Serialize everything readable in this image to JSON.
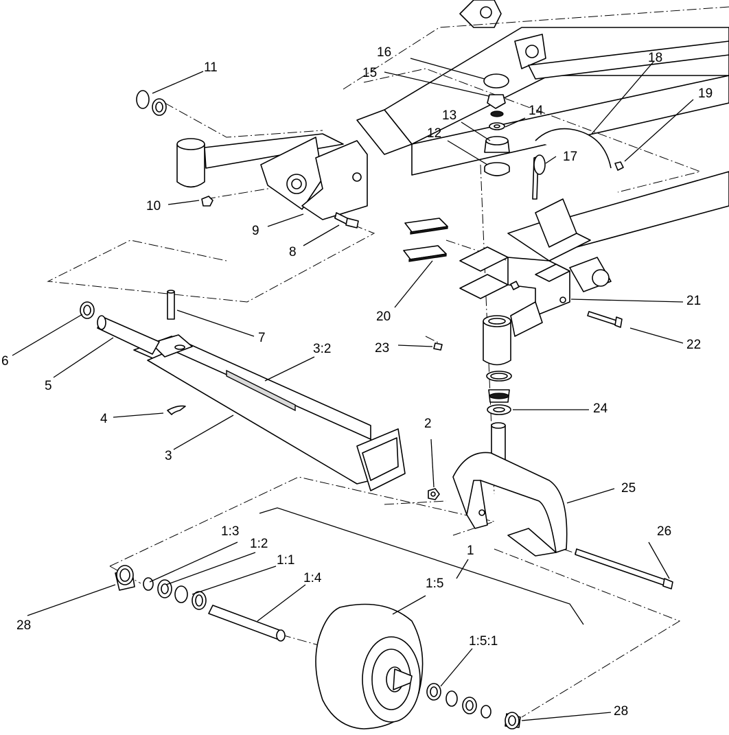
{
  "callouts": [
    {
      "id": "c1",
      "text": "1"
    },
    {
      "id": "c1_1",
      "text": "1:1"
    },
    {
      "id": "c1_2",
      "text": "1:2"
    },
    {
      "id": "c1_3",
      "text": "1:3"
    },
    {
      "id": "c1_4",
      "text": "1:4"
    },
    {
      "id": "c1_5",
      "text": "1:5"
    },
    {
      "id": "c1_5_1",
      "text": "1:5:1"
    },
    {
      "id": "c2",
      "text": "2"
    },
    {
      "id": "c3",
      "text": "3"
    },
    {
      "id": "c3_2",
      "text": "3:2"
    },
    {
      "id": "c4",
      "text": "4"
    },
    {
      "id": "c5",
      "text": "5"
    },
    {
      "id": "c6",
      "text": "6"
    },
    {
      "id": "c7",
      "text": "7"
    },
    {
      "id": "c8",
      "text": "8"
    },
    {
      "id": "c9",
      "text": "9"
    },
    {
      "id": "c10",
      "text": "10"
    },
    {
      "id": "c11",
      "text": "11"
    },
    {
      "id": "c12",
      "text": "12"
    },
    {
      "id": "c13",
      "text": "13"
    },
    {
      "id": "c14",
      "text": "14"
    },
    {
      "id": "c15",
      "text": "15"
    },
    {
      "id": "c16",
      "text": "16"
    },
    {
      "id": "c17",
      "text": "17"
    },
    {
      "id": "c18",
      "text": "18"
    },
    {
      "id": "c19",
      "text": "19"
    },
    {
      "id": "c20",
      "text": "20"
    },
    {
      "id": "c21",
      "text": "21"
    },
    {
      "id": "c22",
      "text": "22"
    },
    {
      "id": "c23",
      "text": "23"
    },
    {
      "id": "c24",
      "text": "24"
    },
    {
      "id": "c25",
      "text": "25"
    },
    {
      "id": "c26",
      "text": "26"
    },
    {
      "id": "c28a",
      "text": "28"
    },
    {
      "id": "c28b",
      "text": "28"
    }
  ]
}
